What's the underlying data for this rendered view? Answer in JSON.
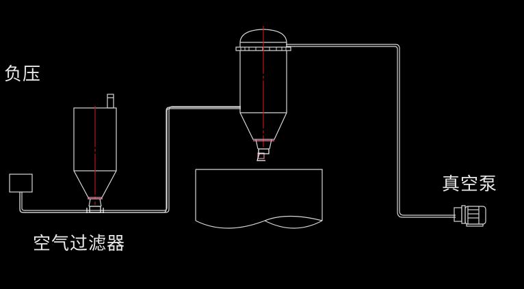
{
  "diagram": {
    "type": "process-schematic",
    "background": "#000000",
    "line_color": "#d8d8d8",
    "centerline_color": "#c01818",
    "valve_color": "#e08aa8",
    "labels": {
      "negative_pressure": "负压",
      "air_filter": "空气过滤器",
      "vacuum_pump": "真空泵"
    },
    "components": [
      {
        "id": "control-box",
        "label": ""
      },
      {
        "id": "air-filter",
        "label": "空气过滤器"
      },
      {
        "id": "vacuum-receiver",
        "label": ""
      },
      {
        "id": "hopper-tank",
        "label": ""
      },
      {
        "id": "vacuum-pump",
        "label": "真空泵"
      }
    ],
    "connections": [
      {
        "from": "control-box",
        "to": "air-filter"
      },
      {
        "from": "air-filter",
        "to": "vacuum-receiver"
      },
      {
        "from": "vacuum-receiver",
        "to": "vacuum-pump"
      }
    ]
  }
}
